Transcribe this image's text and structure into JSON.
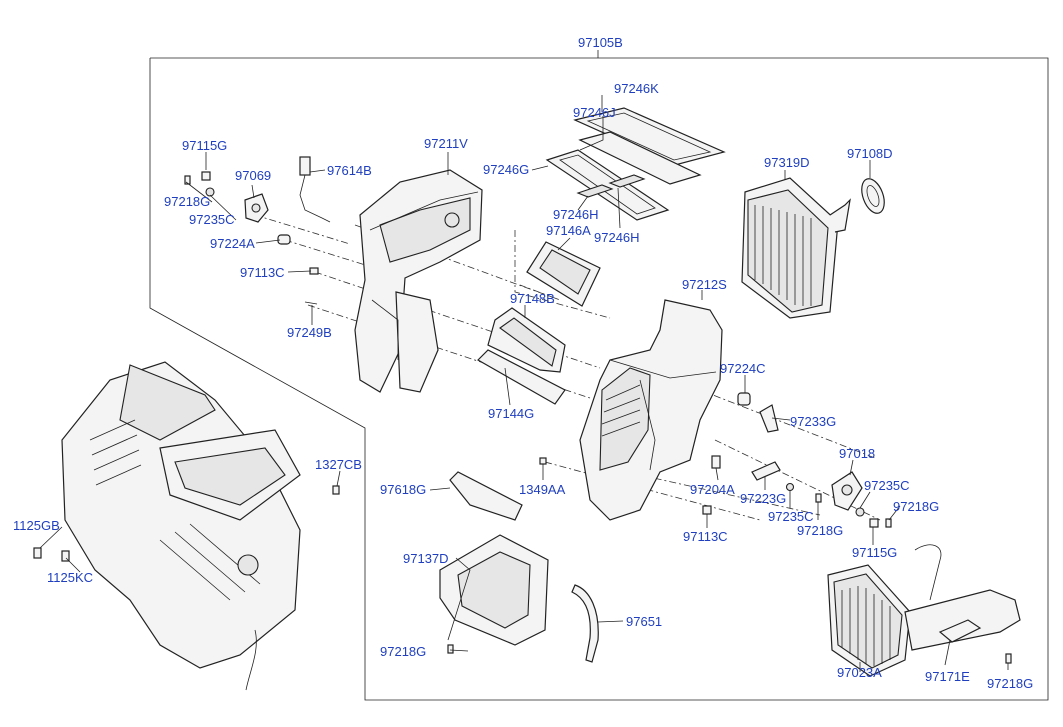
{
  "diagram": {
    "labels": {
      "p97105B": "97105B",
      "p97246K": "97246K",
      "p97246J": "97246J",
      "p97246G": "97246G",
      "p97246H_1": "97246H",
      "p97246H_2": "97246H",
      "p97146A": "97146A",
      "p97211V": "97211V",
      "p97614B": "97614B",
      "p97115G_top": "97115G",
      "p97069": "97069",
      "p97218G_top": "97218G",
      "p97235C_top": "97235C",
      "p97224A": "97224A",
      "p97113C_top": "97113C",
      "p97249B": "97249B",
      "p97319D": "97319D",
      "p97108D": "97108D",
      "p97212S": "97212S",
      "p97148B": "97148B",
      "p97144G": "97144G",
      "p97224C": "97224C",
      "p97233G": "97233G",
      "p97018": "97018",
      "p97235C_right": "97235C",
      "p97218G_right": "97218G",
      "p97115G_right": "97115G",
      "p1327CB": "1327CB",
      "p1125GB": "1125GB",
      "p1125KC": "1125KC",
      "p97618G": "97618G",
      "p1349AA": "1349AA",
      "p97204A": "97204A",
      "p97223G": "97223G",
      "p97235C_mid": "97235C",
      "p97218G_mid": "97218G",
      "p97113C_mid": "97113C",
      "p97137D": "97137D",
      "p97218G_bottom": "97218G",
      "p97651": "97651",
      "p97023A": "97023A",
      "p97171E": "97171E",
      "p97218G_br": "97218G"
    }
  }
}
